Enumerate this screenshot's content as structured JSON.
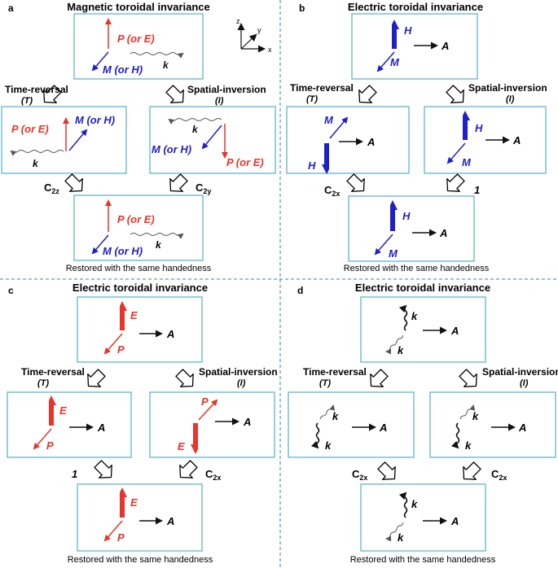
{
  "colors": {
    "red": "#e8342a",
    "blue": "#2020c8",
    "black": "#111111",
    "box": "#5fb7c9",
    "divider": "#3a7fc0"
  },
  "icons": {
    "transform_arrow": "hollow-block-arrow-icon",
    "wave": "wavy-arrow-icon"
  },
  "panel_a": {
    "letter": "a",
    "title": "Magnetic toroidal invariance",
    "axes": {
      "z": "z",
      "y": "y",
      "x": "x"
    },
    "p_label": "P (or E)",
    "m_label": "M (or H)",
    "k_label": "k",
    "tr_label": "Time-reversal",
    "tr_sym": "(T)",
    "si_label": "Spatial-inversion",
    "si_sym": "(I)",
    "op_left_main": "C",
    "op_left_sub": "2z",
    "op_right_main": "C",
    "op_right_sub": "2y",
    "footer": "Restored with the same handedness"
  },
  "panel_b": {
    "letter": "b",
    "title": "Electric toroidal invariance",
    "h_label": "H",
    "m_label": "M",
    "a_label": "A",
    "tr_label": "Time-reversal",
    "tr_sym": "(T)",
    "si_label": "Spatial-inversion",
    "si_sym": "(I)",
    "op_left_main": "C",
    "op_left_sub": "2x",
    "op_right": "1",
    "footer": "Restored with the same handedness"
  },
  "panel_c": {
    "letter": "c",
    "title": "Electric toroidal invariance",
    "e_label": "E",
    "p_label": "P",
    "a_label": "A",
    "tr_label": "Time-reversal",
    "tr_sym": "(T)",
    "si_label": "Spatial-inversion",
    "si_sym": "(I)",
    "op_left": "1",
    "op_right_main": "C",
    "op_right_sub": "2x",
    "footer": "Restored with the same handedness"
  },
  "panel_d": {
    "letter": "d",
    "title": "Electric toroidal invariance",
    "k_label": "k",
    "a_label": "A",
    "tr_label": "Time-reversal",
    "tr_sym": "(T)",
    "si_label": "Spatial-inversion",
    "si_sym": "(I)",
    "op_left_main": "C",
    "op_left_sub": "2x",
    "op_right_main": "C",
    "op_right_sub": "2x",
    "footer": "Restored with the same handedness"
  }
}
